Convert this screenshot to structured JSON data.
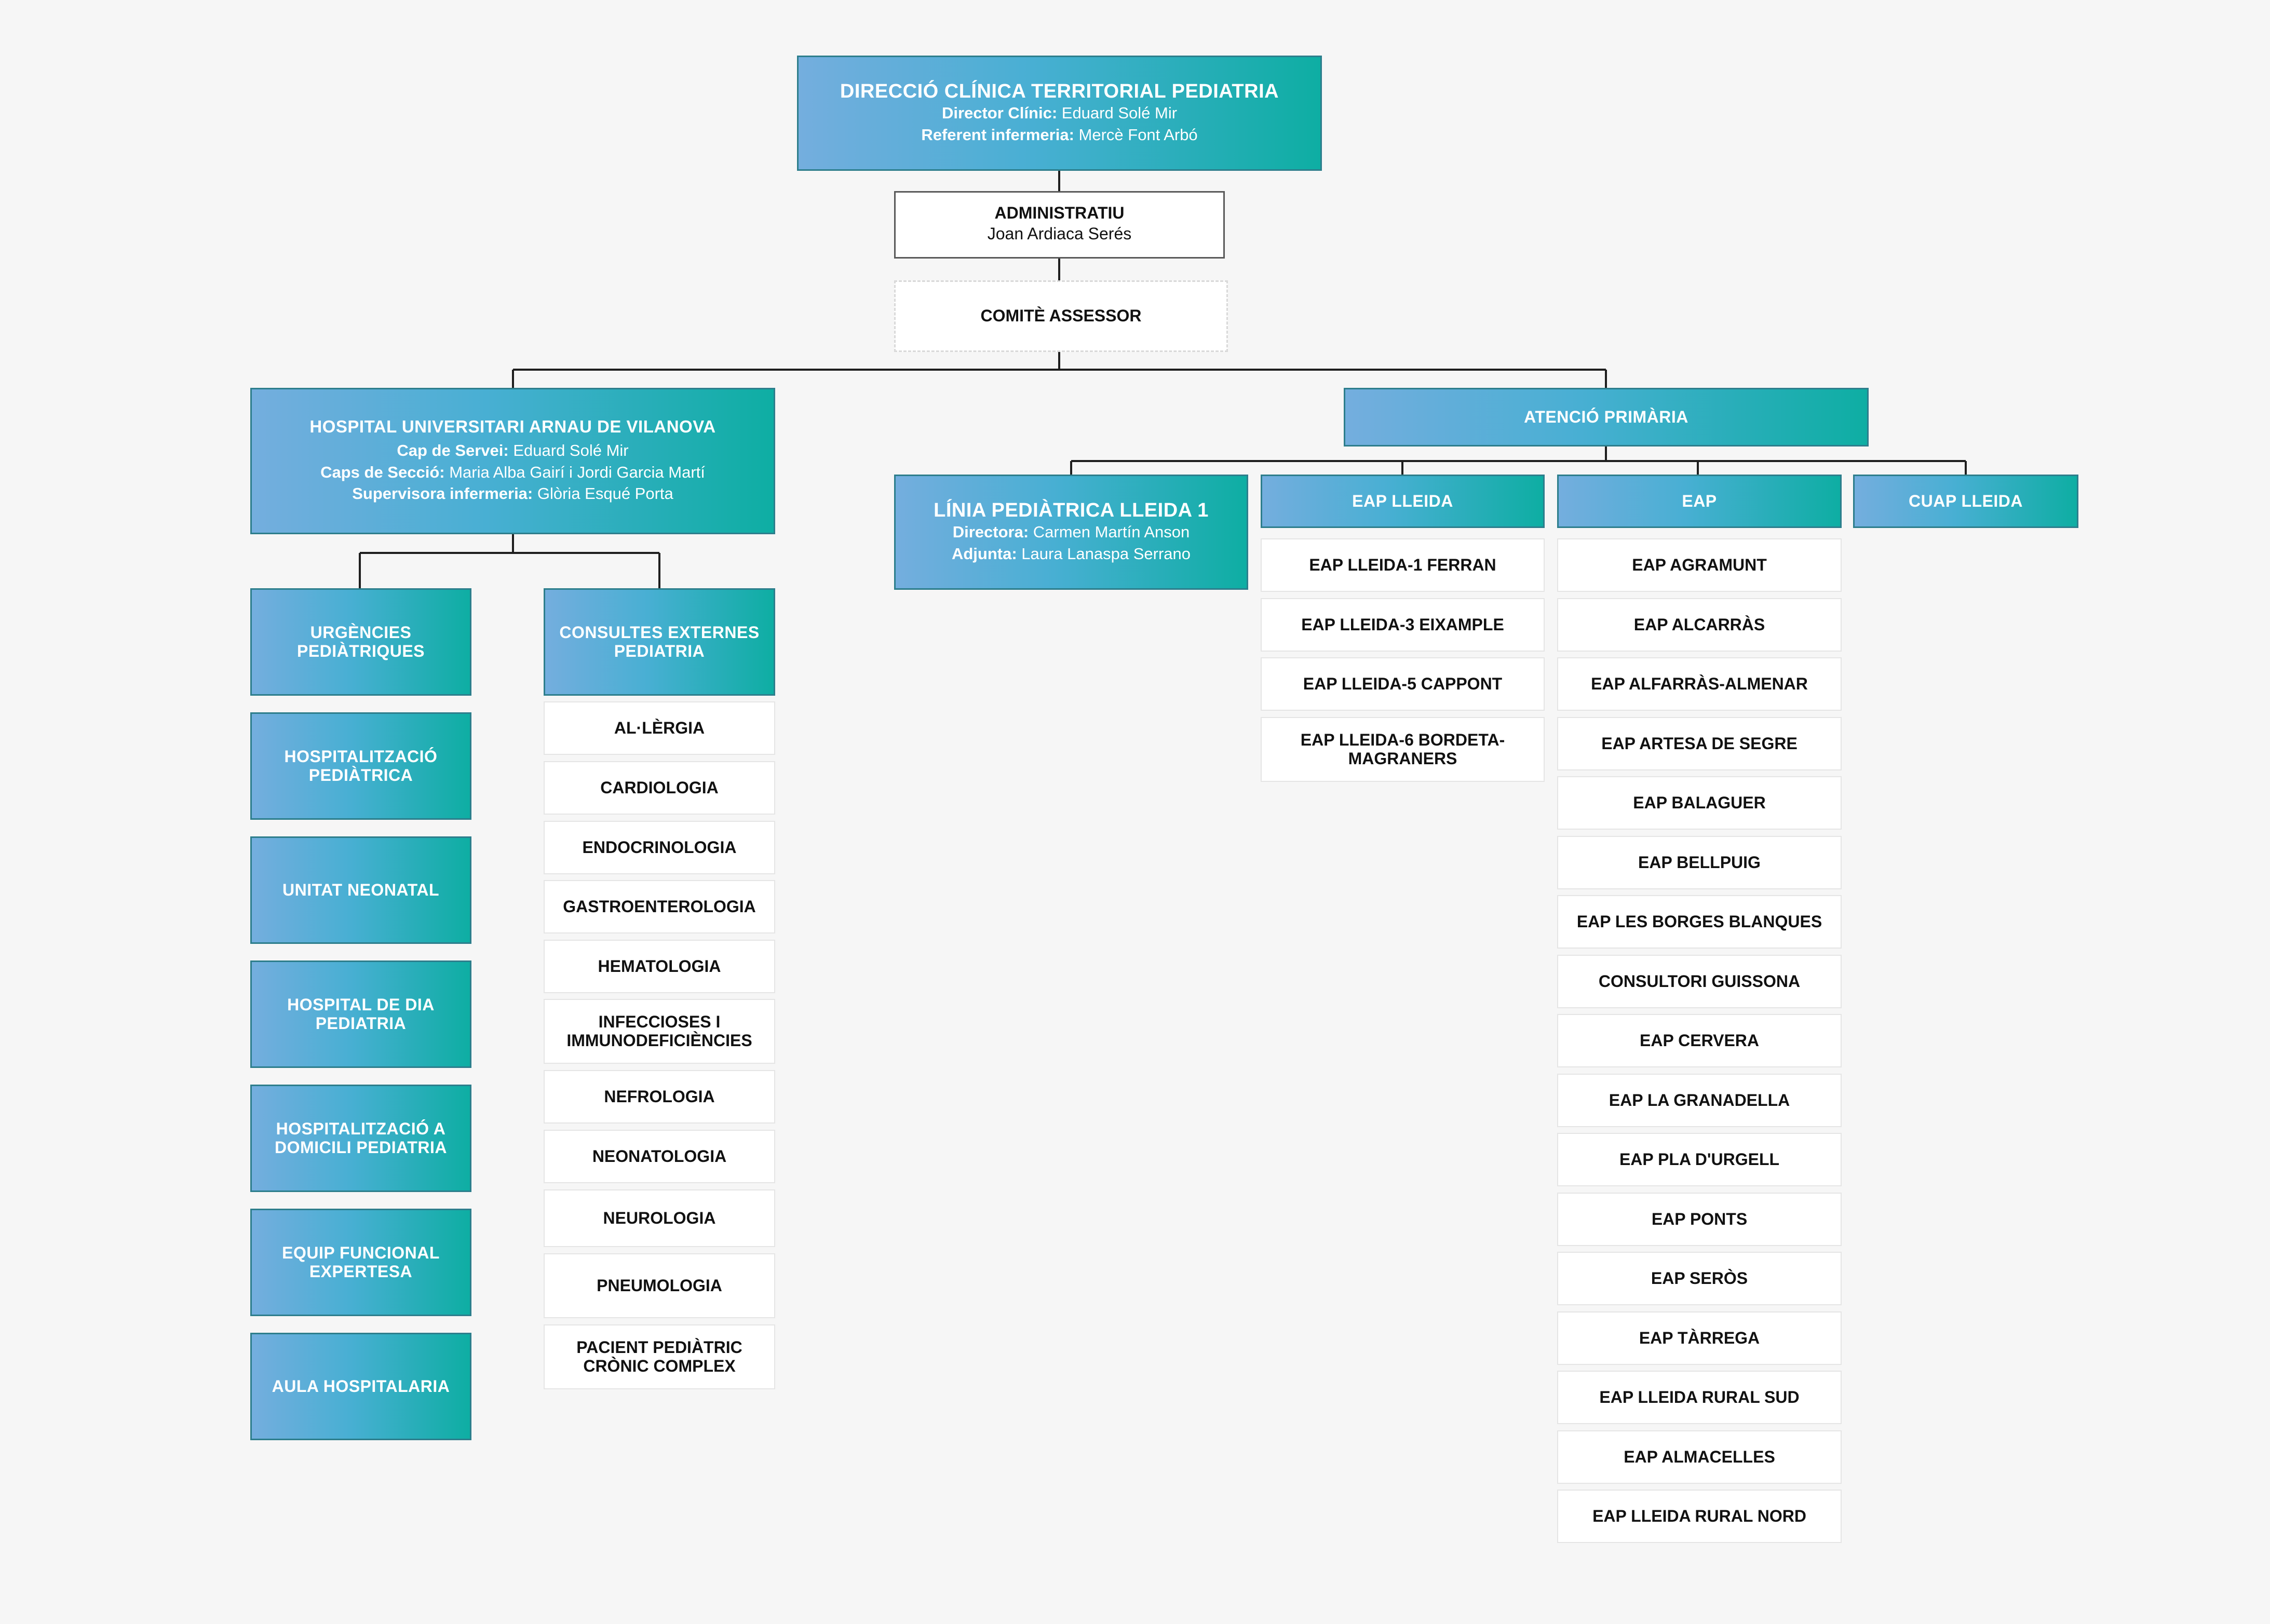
{
  "root": {
    "title": "DIRECCIÓ CLÍNICA TERRITORIAL PEDIATRIA",
    "lines": [
      {
        "label": "Director Clínic:",
        "value": " Eduard Solé Mir"
      },
      {
        "label": "Referent infermeria:",
        "value": " Mercè Font Arbó"
      }
    ]
  },
  "admin": {
    "title": "ADMINISTRATIU",
    "name": "Joan Ardiaca Serés"
  },
  "comite": {
    "title": "COMITÈ ASSESSOR"
  },
  "hospital": {
    "title": "HOSPITAL UNIVERSITARI ARNAU DE VILANOVA",
    "lines": [
      {
        "label": "Cap de Servei:",
        "value": " Eduard Solé Mir"
      },
      {
        "label": "Caps de Secció:",
        "value": " Maria Alba Gairí i Jordi Garcia Martí"
      },
      {
        "label": "Supervisora infermeria:",
        "value": " Glòria Esqué Porta"
      }
    ],
    "units": [
      "URGÈNCIES PEDIÀTRIQUES",
      "HOSPITALITZACIÓ PEDIÀTRICA",
      "UNITAT NEONATAL",
      "HOSPITAL DE DIA PEDIATRIA",
      "HOSPITALITZACIÓ A DOMICILI PEDIATRIA",
      "EQUIP FUNCIONAL EXPERTESA",
      "AULA HOSPITALARIA"
    ],
    "consultes": {
      "title": "CONSULTES EXTERNES PEDIATRIA",
      "items": [
        "AL·LÈRGIA",
        "CARDIOLOGIA",
        "ENDOCRINOLOGIA",
        "GASTROENTEROLOGIA",
        "HEMATOLOGIA",
        "INFECCIOSES I IMMUNODEFICIÈNCIES",
        "NEFROLOGIA",
        "NEONATOLOGIA",
        "NEUROLOGIA",
        "PNEUMOLOGIA",
        "PACIENT PEDIÀTRIC CRÒNIC COMPLEX"
      ]
    }
  },
  "primaria": {
    "title": "ATENCIÓ PRIMÀRIA",
    "linia": {
      "title": "LÍNIA PEDIÀTRICA LLEIDA 1",
      "lines": [
        {
          "label": "Directora:",
          "value": " Carmen Martín Anson"
        },
        {
          "label": "Adjunta:",
          "value": " Laura Lanaspa Serrano"
        }
      ]
    },
    "eap_lleida": {
      "title": "EAP LLEIDA",
      "items": [
        "EAP LLEIDA-1 FERRAN",
        "EAP LLEIDA-3 EIXAMPLE",
        "EAP LLEIDA-5 CAPPONT",
        "EAP LLEIDA-6 BORDETA-MAGRANERS"
      ]
    },
    "eap": {
      "title": "EAP",
      "items": [
        "EAP AGRAMUNT",
        "EAP ALCARRÀS",
        "EAP ALFARRÀS-ALMENAR",
        "EAP ARTESA DE SEGRE",
        "EAP BALAGUER",
        "EAP BELLPUIG",
        "EAP LES BORGES BLANQUES",
        "CONSULTORI GUISSONA",
        "EAP CERVERA",
        "EAP LA GRANADELLA",
        "EAP PLA D'URGELL",
        "EAP PONTS",
        "EAP SERÒS",
        "EAP TÀRREGA",
        "EAP LLEIDA RURAL SUD",
        "EAP ALMACELLES",
        "EAP LLEIDA RURAL NORD"
      ]
    },
    "cuap": {
      "title": "CUAP LLEIDA"
    }
  }
}
